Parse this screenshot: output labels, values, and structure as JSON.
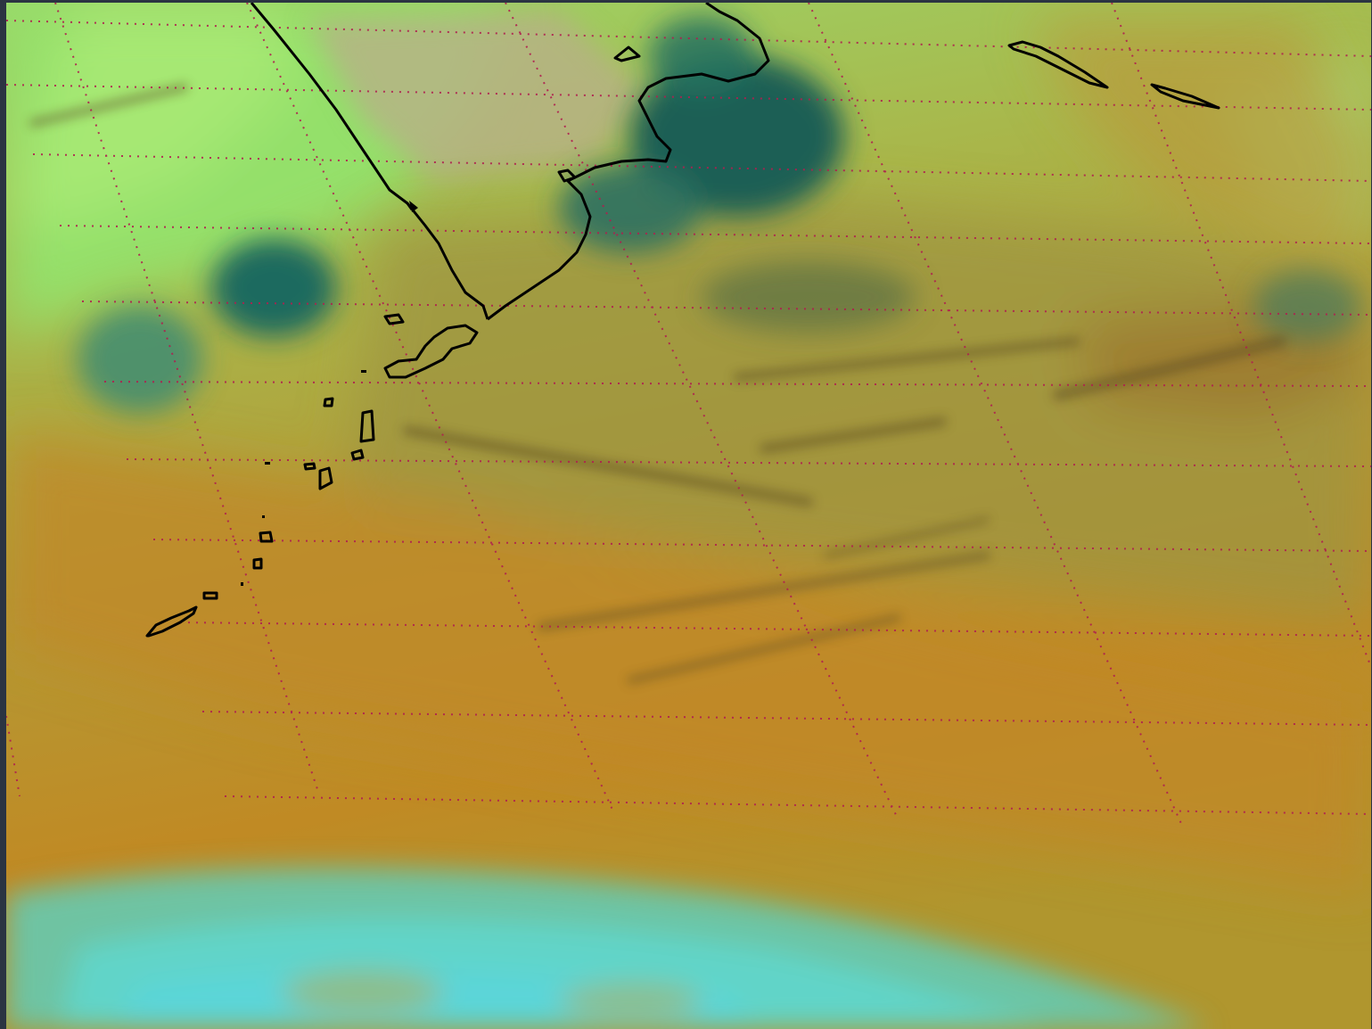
{
  "image": {
    "kind": "satellite-rgb-composite",
    "overlays": [
      "coastline",
      "lat-lon-grid"
    ]
  },
  "palette": {
    "frame": "#2b3442",
    "clear_land": "#8fdc6a",
    "dust_olive": "#a89a3a",
    "dust_orange": "#c08a26",
    "moist_teal": "#1e6e62",
    "high_cloud_cyan": "#5fd3c8",
    "coastline": "#000000",
    "grid_dots": "#b02050"
  }
}
